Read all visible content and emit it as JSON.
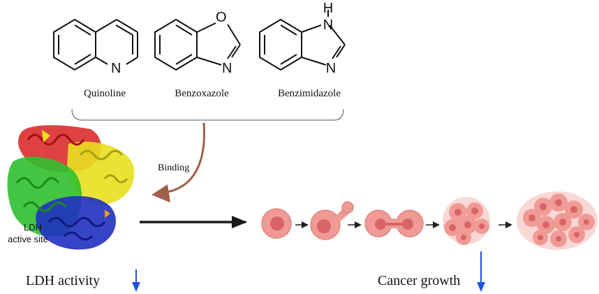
{
  "molecules": [
    {
      "name": "Quinoline",
      "atoms": [
        "N"
      ]
    },
    {
      "name": "Benzoxazole",
      "atoms": [
        "O",
        "N"
      ]
    },
    {
      "name": "Benzimidazole",
      "atoms": [
        "H",
        "N",
        "N"
      ]
    }
  ],
  "binding_label": "Binding",
  "protein": {
    "label_line1": "LDH",
    "label_line2": "active site"
  },
  "outcomes": {
    "ldh_activity": "LDH activity",
    "cancer_growth": "Cancer growth"
  },
  "colors": {
    "binding_arrow": "#a06048",
    "down_arrow": "#2050e0",
    "cell_fill": "#f09a96",
    "cell_nucleus": "#d86468",
    "protein_red": "#d82020",
    "protein_yellow": "#e8e020",
    "protein_green": "#30c030",
    "protein_blue": "#2030c0"
  }
}
